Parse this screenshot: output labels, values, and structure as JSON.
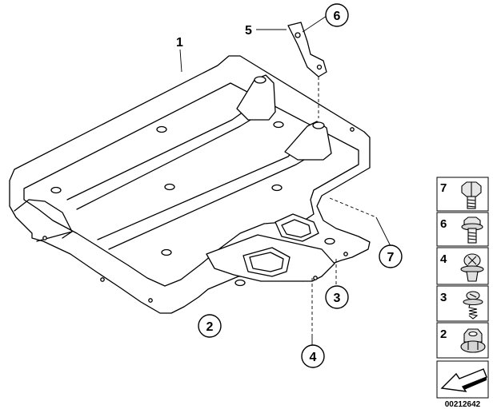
{
  "diagram": {
    "callouts": {
      "c1": "1",
      "c2": "2",
      "c3": "3",
      "c4": "4",
      "c5": "5",
      "c6": "6",
      "c7": "7"
    },
    "legend": [
      {
        "number": "7",
        "icon": "hex-bolt-icon"
      },
      {
        "number": "6",
        "icon": "flange-bolt-icon"
      },
      {
        "number": "4",
        "icon": "expanding-rivet-icon"
      },
      {
        "number": "3",
        "icon": "screw-with-washer-icon"
      },
      {
        "number": "2",
        "icon": "flange-nut-icon"
      }
    ],
    "catalog_number": "00212642",
    "direction_icon": "arrow-icon"
  }
}
